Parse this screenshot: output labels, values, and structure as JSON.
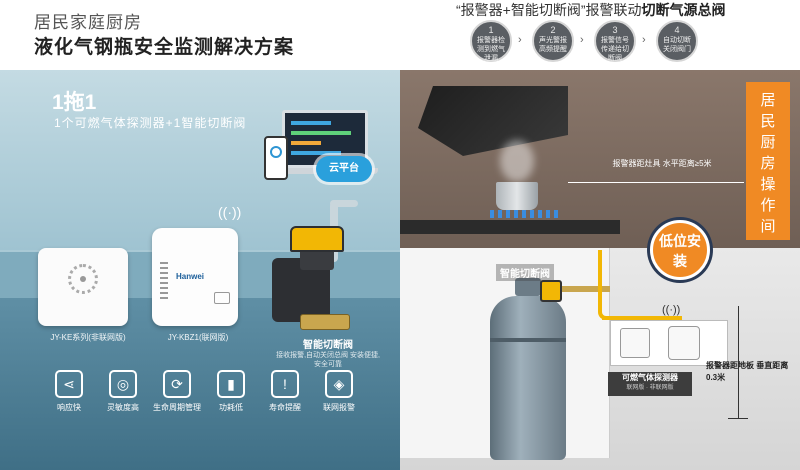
{
  "header": {
    "subtitle": "居民家庭厨房",
    "title": "液化气钢瓶安全监测解决方案",
    "right_title_prefix": "“报警器+智能切断阀”报警联动",
    "right_title_bold": "切断气源总阀"
  },
  "steps": [
    {
      "num": "1",
      "text": "报警器检测到燃气泄漏"
    },
    {
      "num": "2",
      "text": "声光警报高频提醒"
    },
    {
      "num": "3",
      "text": "报警信号传递给切断阀"
    },
    {
      "num": "4",
      "text": "自动切断关闭阀门"
    }
  ],
  "left": {
    "big": "1拖1",
    "desc": "1个可燃气体探测器+1智能切断阀",
    "cloud": "云平台",
    "brand": "Hanwei",
    "dev1_caption": "JY-KE系列(非联网版)",
    "dev2_caption": "JY-KBZ1(联网版)",
    "valve_caption": "智能切断阀",
    "valve_sub": "接收报警,自动关闭总阀 安装便捷,安全可靠",
    "features": [
      {
        "icon": "share-icon",
        "glyph": "⋖",
        "label": "响应快"
      },
      {
        "icon": "sensor-icon",
        "glyph": "◎",
        "label": "灵敏度高"
      },
      {
        "icon": "lifecycle-icon",
        "glyph": "⟳",
        "label": "生命周期管理"
      },
      {
        "icon": "battery-icon",
        "glyph": "▮",
        "label": "功耗低"
      },
      {
        "icon": "alert-icon",
        "glyph": "!",
        "label": "寿命提醒"
      },
      {
        "icon": "network-icon",
        "glyph": "◈",
        "label": "联网报警"
      }
    ]
  },
  "right": {
    "side_label": "居民厨房操作间",
    "dist_horizontal": "报警器距灶具 水平距离≥5米",
    "low_install": "低位安装",
    "valve_label": "智能切断阀",
    "detector_label": "可燃气体探测器",
    "detector_sub": "联网版 · 非联网版",
    "dist_vertical": "报警器距地板 垂直距离0.3米"
  }
}
